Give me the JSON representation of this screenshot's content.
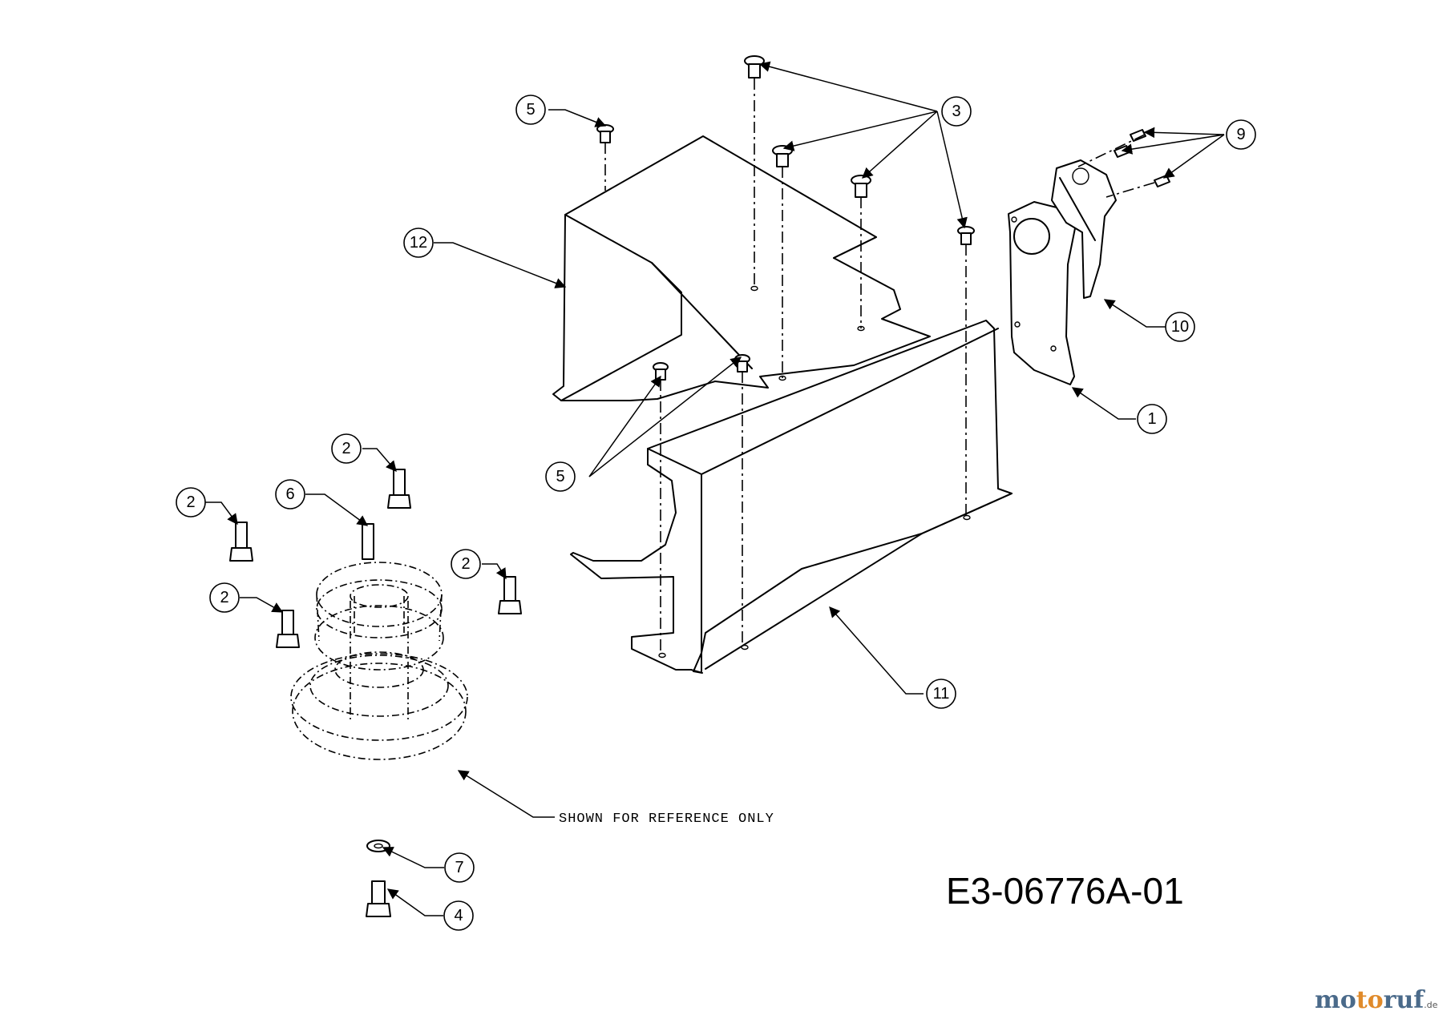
{
  "callouts": {
    "1": "1",
    "2": "2",
    "3": "3",
    "4": "4",
    "5": "5",
    "6": "6",
    "7": "7",
    "9": "9",
    "10": "10",
    "11": "11",
    "12": "12"
  },
  "reference_note": "SHOWN FOR REFERENCE ONLY",
  "drawing_number": "E3-06776A-01",
  "watermark": {
    "part1": "mo",
    "part2": "to",
    "part3": "ruf",
    "part4": ".de"
  },
  "colors": {
    "line": "#000000",
    "background": "#ffffff",
    "watermark_blue": "#4a6a8a",
    "watermark_orange": "#e08a2a"
  }
}
